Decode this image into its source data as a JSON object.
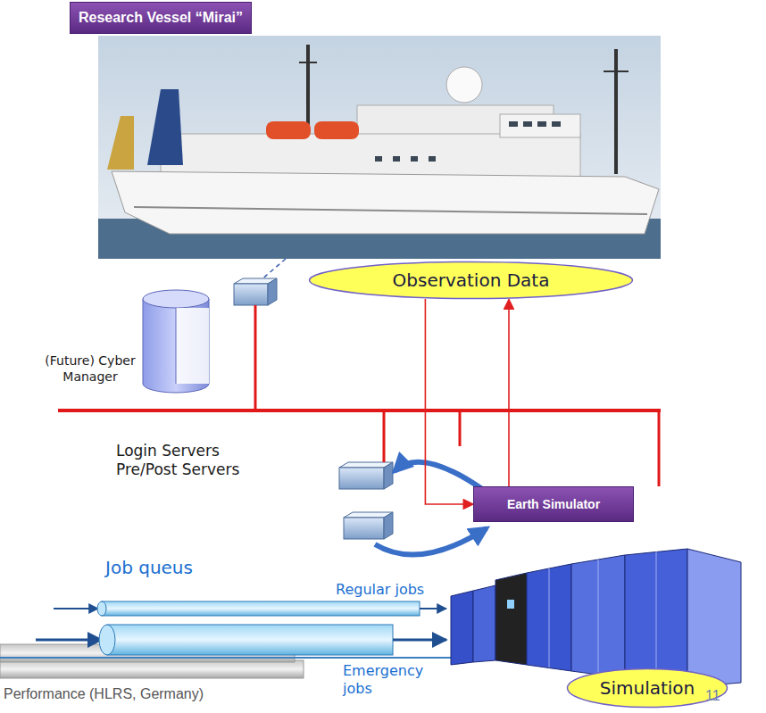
{
  "diagram": {
    "nodes": [
      {
        "text": [
          "Research Vessel “Mirai”"
        ]
      },
      {
        "text": [
          "Observation Data"
        ]
      },
      {
        "text": [
          "Earth Simulator"
        ]
      },
      {
        "text": [
          "Simulation"
        ]
      }
    ],
    "edges": [
      {
        "from": 1,
        "to": 2,
        "arrow": "to"
      },
      {
        "from": 2,
        "to": 1,
        "arrow": "to"
      }
    ],
    "labels": [
      "(Future) Cyber Manager",
      "Login Servers Pre/Post Servers",
      "Job queus",
      "Regular jobs",
      "Emergency jobs",
      "Performance (HLRS, Germany)",
      "11"
    ]
  }
}
